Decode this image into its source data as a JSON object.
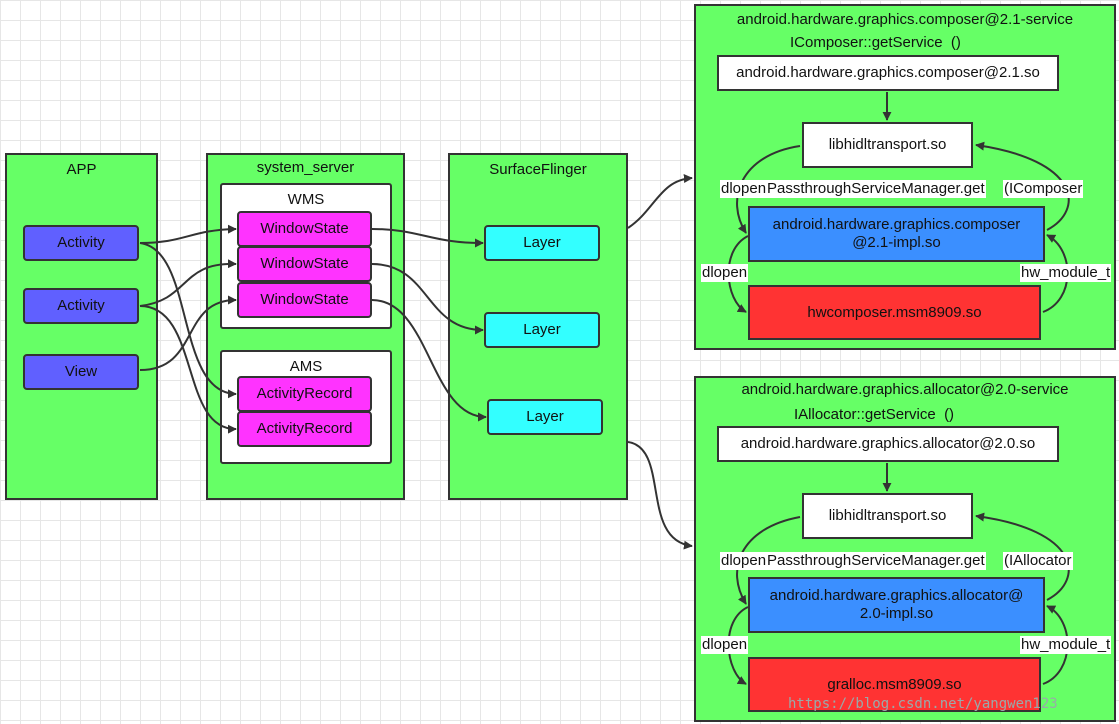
{
  "app": {
    "title": "APP",
    "items": [
      "Activity",
      "Activity",
      "View"
    ]
  },
  "system_server": {
    "title": "system_server",
    "wms": {
      "title": "WMS",
      "items": [
        "WindowState",
        "WindowState",
        "WindowState"
      ]
    },
    "ams": {
      "title": "AMS",
      "items": [
        "ActivityRecord",
        "ActivityRecord"
      ]
    }
  },
  "surfaceflinger": {
    "title": "SurfaceFlinger",
    "items": [
      "Layer",
      "Layer",
      "Layer"
    ]
  },
  "composer": {
    "title": "android.hardware.graphics.composer@2.1-service",
    "get_service": "IComposer::getService  ()",
    "so": "android.hardware.graphics.composer@2.1.so",
    "transport": "libhidltransport.so",
    "dlopen_top": "dlopen",
    "passthrough": "PassthroughServiceManager.get",
    "iface": "(IComposer",
    "impl": "android.hardware.graphics.composer\n@2.1-impl.so",
    "dlopen_bottom": "dlopen",
    "hw_module": "hw_module_t",
    "hal": "hwcomposer.msm8909.so"
  },
  "allocator": {
    "title": "android.hardware.graphics.allocator@2.0-service",
    "get_service": "IAllocator::getService  ()",
    "so": "android.hardware.graphics.allocator@2.0.so",
    "transport": "libhidltransport.so",
    "dlopen_top": "dlopen",
    "passthrough": "PassthroughServiceManager.get",
    "iface": "(IAllocator",
    "impl": "android.hardware.graphics.allocator@\n2.0-impl.so",
    "dlopen_bottom": "dlopen",
    "hw_module": "hw_module_t",
    "hal": "gralloc.msm8909.so"
  },
  "watermark": "https://blog.csdn.net/yangwen123",
  "colors": {
    "group": "#66ff66",
    "purple": "#6060ff",
    "magenta": "#ff33ff",
    "cyan": "#33ffff",
    "blue": "#3b8fff",
    "red": "#ff3333",
    "line": "#333333"
  }
}
